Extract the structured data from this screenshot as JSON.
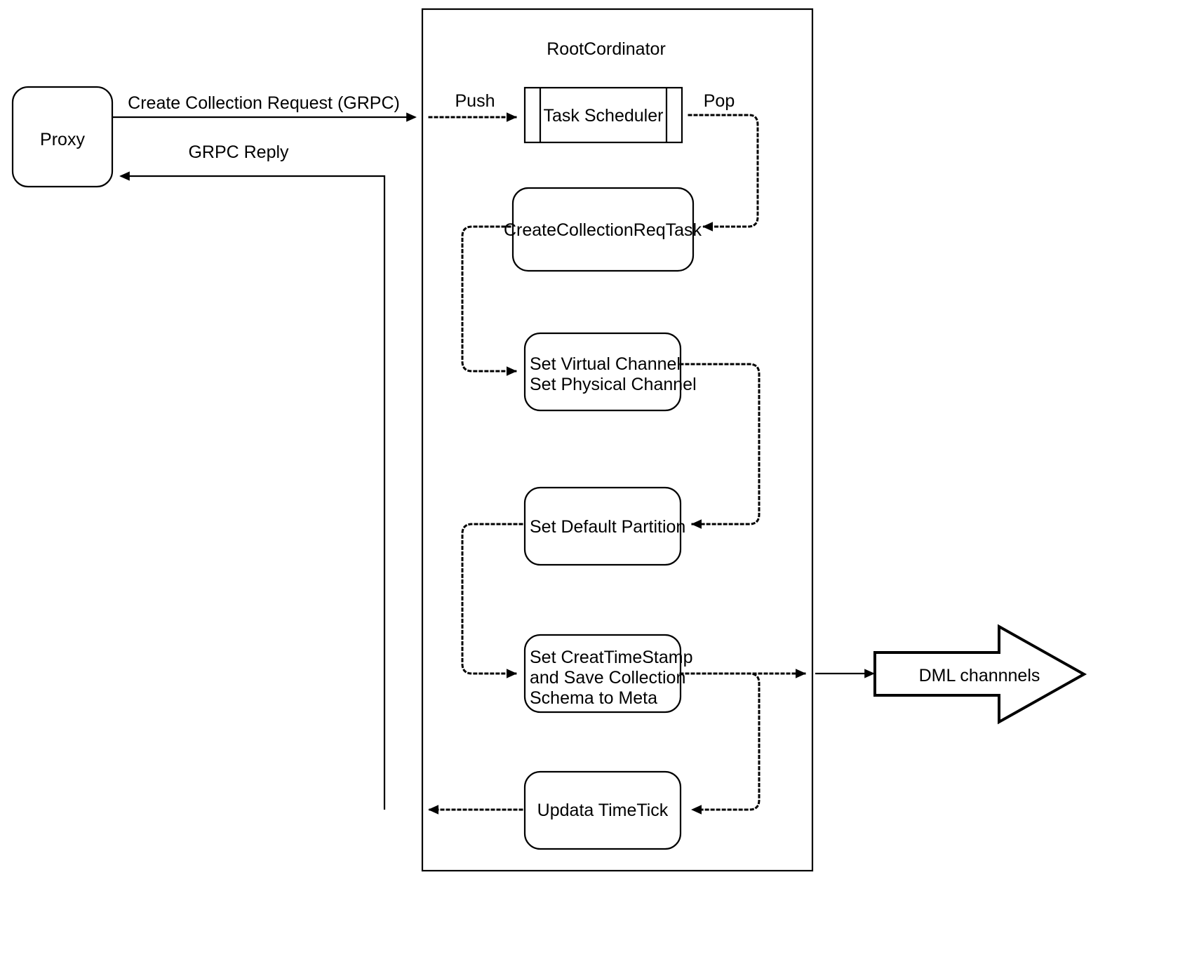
{
  "diagram": {
    "container": {
      "label": "RootCordinator"
    },
    "nodes": {
      "proxy": "Proxy",
      "task_scheduler": "Task Scheduler",
      "create_collection_req_task": "CreateCollectionReqTask",
      "set_channel_line1": "Set Virtual Channel",
      "set_channel_line2": "Set Physical Channel",
      "set_default_partition": "Set Default Partition",
      "set_timestamp_line1": "Set CreatTimeStamp",
      "set_timestamp_line2": "and Save Collection",
      "set_timestamp_line3": "Schema to Meta",
      "updata_timetick": "Updata TimeTick",
      "dml_channels": "DML channnels"
    },
    "edges": {
      "create_collection_request": "Create Collection Request (GRPC)",
      "grpc_reply": "GRPC Reply",
      "push": "Push",
      "pop": "Pop"
    },
    "colors": {
      "stroke": "#000000",
      "fill": "#ffffff",
      "text": "#000000"
    }
  }
}
